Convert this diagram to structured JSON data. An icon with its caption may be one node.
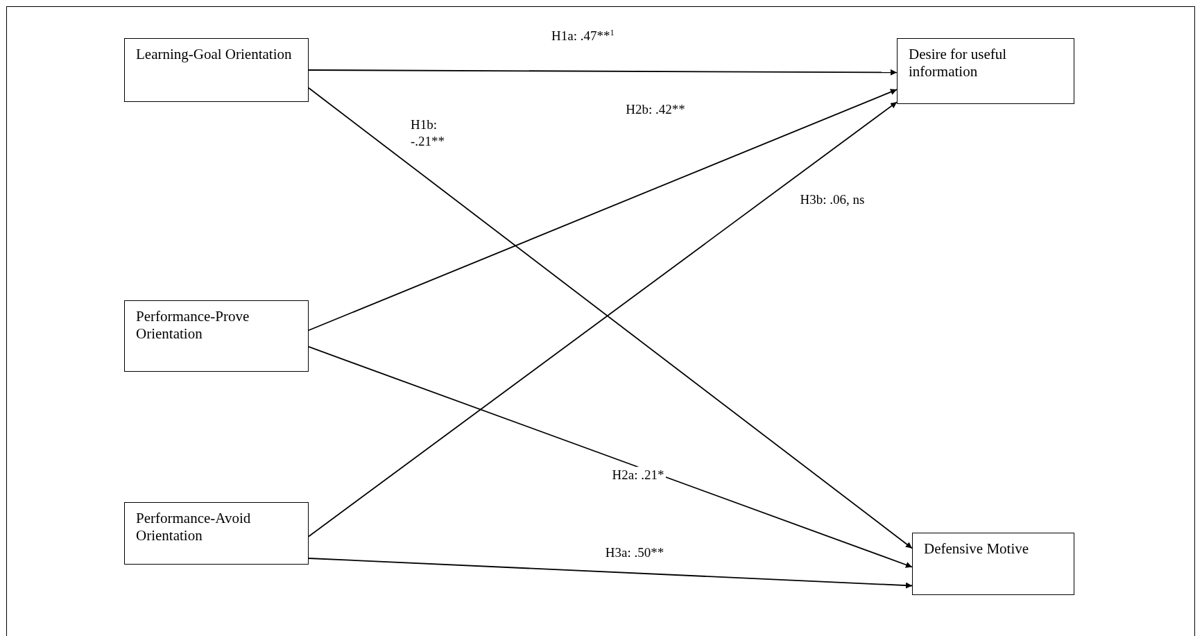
{
  "diagram": {
    "nodes": [
      {
        "text": [
          "Learning-Goal Orientation"
        ]
      },
      {
        "text": [
          "Performance-Prove Orientation"
        ]
      },
      {
        "text": [
          "Performance-Avoid Orientation"
        ]
      },
      {
        "text": [
          "Desire for useful information"
        ]
      },
      {
        "text": [
          "Defensive Motive"
        ]
      }
    ],
    "edges": [
      {
        "from": 0,
        "to": 3,
        "arrow": "to",
        "label": "H1a: .47**$^{1}$"
      },
      {
        "from": 0,
        "to": 4,
        "arrow": "to",
        "label": "H1b: -.21**"
      },
      {
        "from": 1,
        "to": 3,
        "arrow": "to",
        "label": "H2b: .42**"
      },
      {
        "from": 1,
        "to": 4,
        "arrow": "to",
        "label": "H2a: .21*"
      },
      {
        "from": 2,
        "to": 3,
        "arrow": "to",
        "label": "H3b: .06, ns"
      },
      {
        "from": 2,
        "to": 4,
        "arrow": "to",
        "label": "H3a: .50**"
      }
    ]
  }
}
